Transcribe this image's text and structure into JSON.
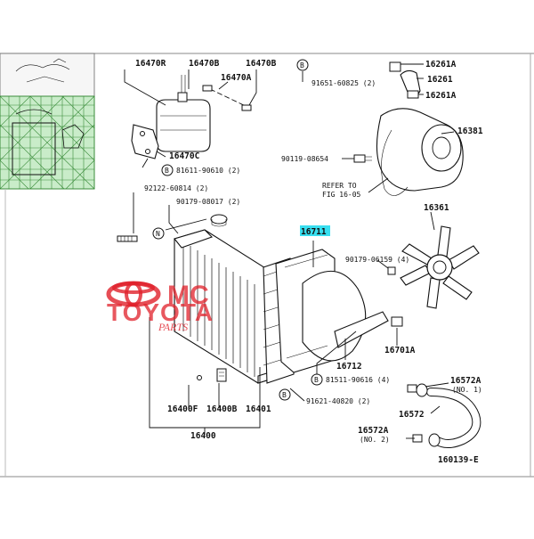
{
  "diagram_code": "160139-E",
  "highlighted_part": "16711",
  "watermark": {
    "line1": "MC",
    "line2": "TOYOTA",
    "line3": "PARTS"
  },
  "circle_markers": {
    "b": "B",
    "n": "N"
  },
  "labels": {
    "p16470R": "16470R",
    "p16470B_1": "16470B",
    "p16470B_2": "16470B",
    "p16470A": "16470A",
    "p16470C": "16470C",
    "p81611_90610": "81611-90610 (2)",
    "p92122_60814": "92122-60814 (2)",
    "p90179_08017": "90179-08017 (2)",
    "p91651_60825": "91651-60825 (2)",
    "p16261A_1": "16261A",
    "p16261": "16261",
    "p16261A_2": "16261A",
    "p16381": "16381",
    "p90119_08654": "90119-08654",
    "refer_line1": "REFER TO",
    "refer_line2": "FIG 16-05",
    "p16711": "16711",
    "p16361": "16361",
    "p90179_06159": "90179-06159 (4)",
    "p16701A": "16701A",
    "p16712": "16712",
    "p81511_90616": "81511-90616 (4)",
    "p91621_40820": "91621-40820 (2)",
    "p16572A_1": "16572A",
    "p16572A_1_qty": "(NO. 1)",
    "p16572": "16572",
    "p16572A_2": "16572A",
    "p16572A_2_qty": "(NO. 2)",
    "p16400F": "16400F",
    "p16400B": "16400B",
    "p16401": "16401",
    "p16400": "16400"
  }
}
